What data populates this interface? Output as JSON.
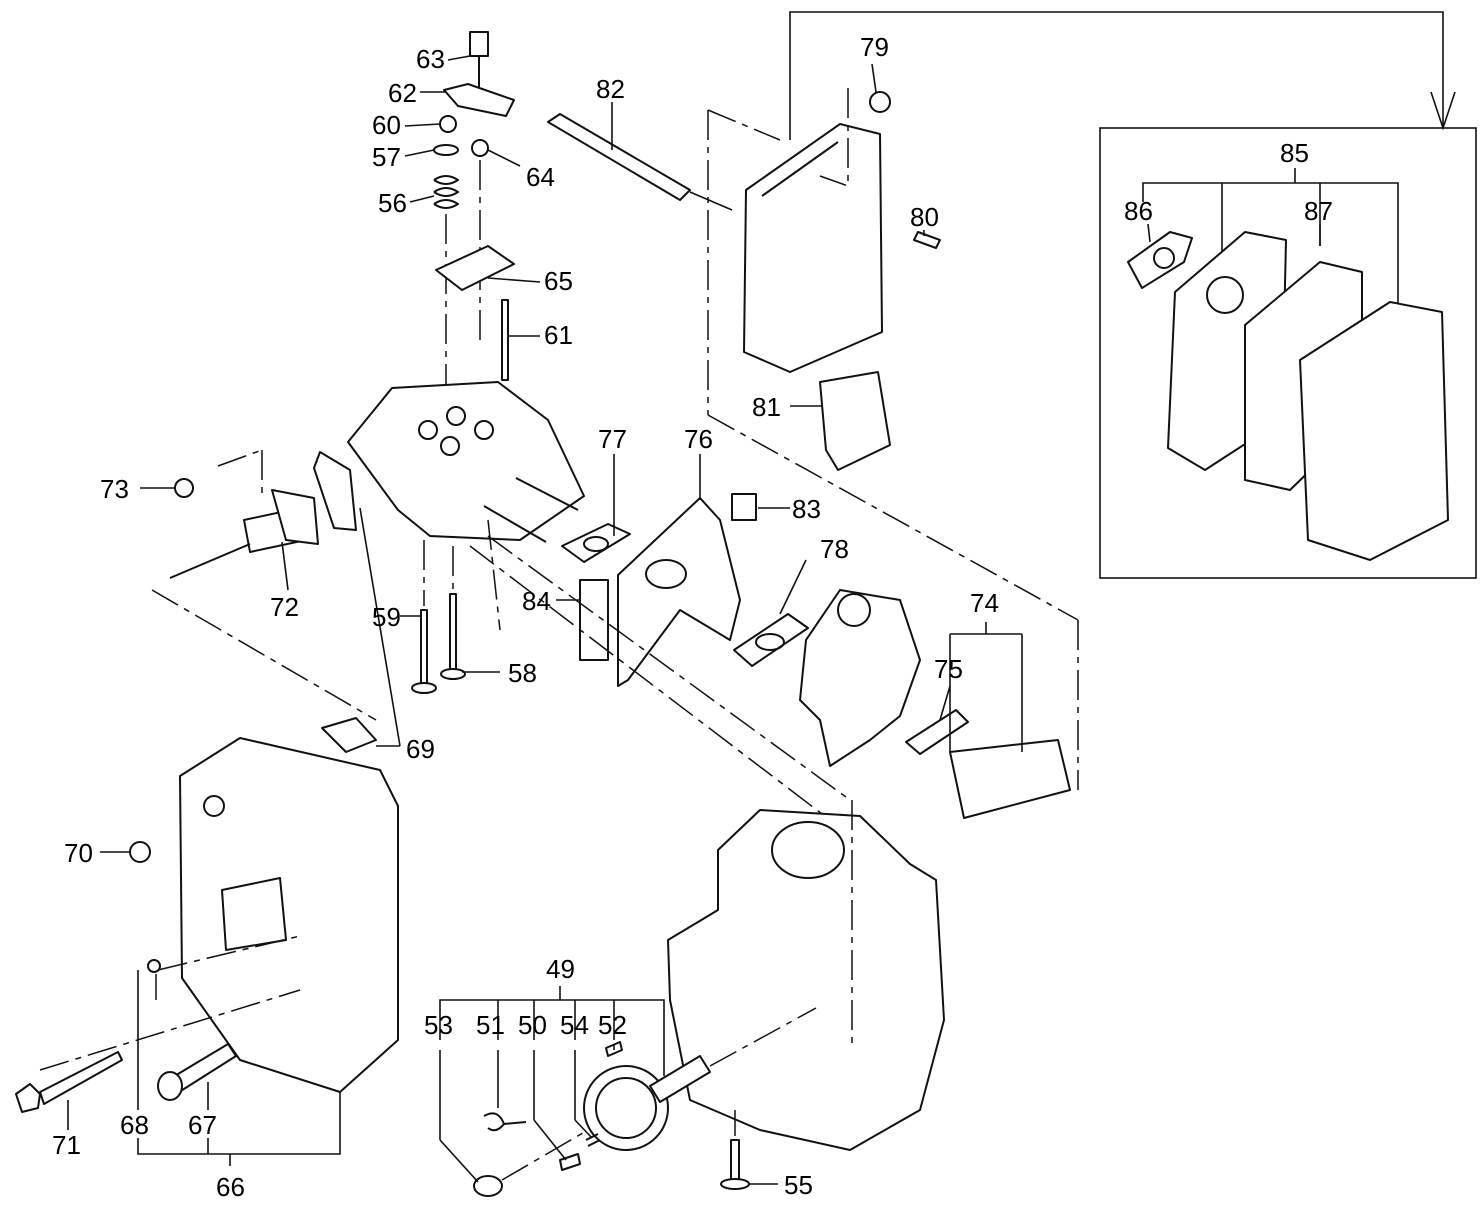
{
  "callouts": {
    "c49": "49",
    "c50": "50",
    "c51": "51",
    "c52": "52",
    "c53": "53",
    "c54": "54",
    "c55": "55",
    "c56": "56",
    "c57": "57",
    "c58": "58",
    "c59": "59",
    "c60": "60",
    "c61": "61",
    "c62": "62",
    "c63": "63",
    "c64": "64",
    "c65": "65",
    "c66": "66",
    "c67": "67",
    "c68": "68",
    "c69": "69",
    "c70": "70",
    "c71": "71",
    "c72": "72",
    "c73": "73",
    "c74": "74",
    "c75": "75",
    "c76": "76",
    "c77": "77",
    "c78": "78",
    "c79": "79",
    "c80": "80",
    "c81": "81",
    "c82": "82",
    "c83": "83",
    "c84": "84",
    "c85": "85",
    "c86": "86",
    "c87": "87"
  },
  "colors": {
    "line": "#111111",
    "background": "#ffffff"
  }
}
